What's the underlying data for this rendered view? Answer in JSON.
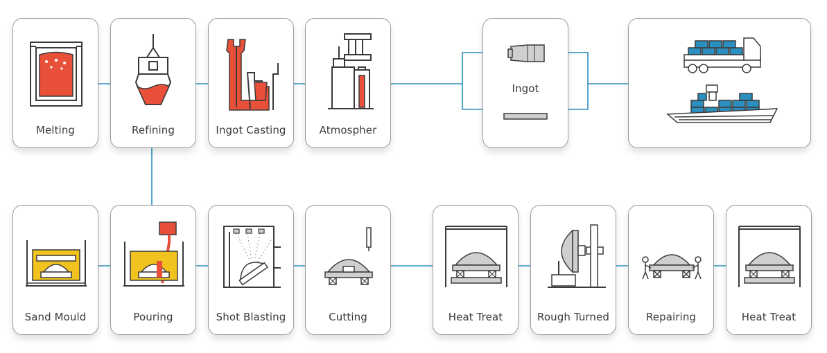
{
  "steps": {
    "melting": "Melting",
    "refining": "Refining",
    "ingot_casting": "Ingot Casting",
    "atmospher": "Atmospher",
    "ingot": "Ingot",
    "sand_mould": "Sand Mould",
    "pouring": "Pouring",
    "shot_blasting": "Shot Blasting",
    "cutting": "Cutting",
    "heat_treat_1": "Heat Treat",
    "rough_turned": "Rough Turned",
    "repairing": "Repairing",
    "heat_treat_2": "Heat Treat"
  },
  "colors": {
    "arrow": "#2b8fc0",
    "molten": "#e8503a",
    "sand": "#f2c31f",
    "cargo": "#2b8fc0",
    "outline": "#3a3a3a"
  },
  "icons": {
    "melting": "crucible-icon",
    "refining": "ladle-icon",
    "ingot_casting": "mould-icon",
    "atmospher": "press-icon",
    "ingot_top": "cylinder-ingot-icon",
    "ingot_bottom": "flat-ingot-icon",
    "shipping_truck": "truck-icon",
    "shipping_ship": "cargo-ship-icon",
    "gear_part": "gear-casting-icon"
  }
}
